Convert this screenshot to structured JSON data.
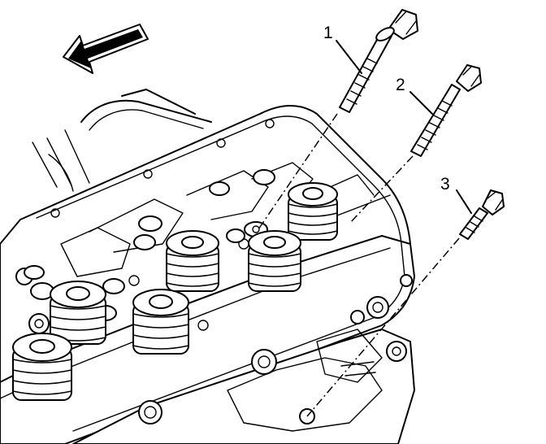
{
  "callouts": [
    {
      "id": "1",
      "label": "1"
    },
    {
      "id": "2",
      "label": "2"
    },
    {
      "id": "3",
      "label": "3"
    }
  ],
  "icons": {
    "direction_arrow": "direction-arrow-icon"
  }
}
